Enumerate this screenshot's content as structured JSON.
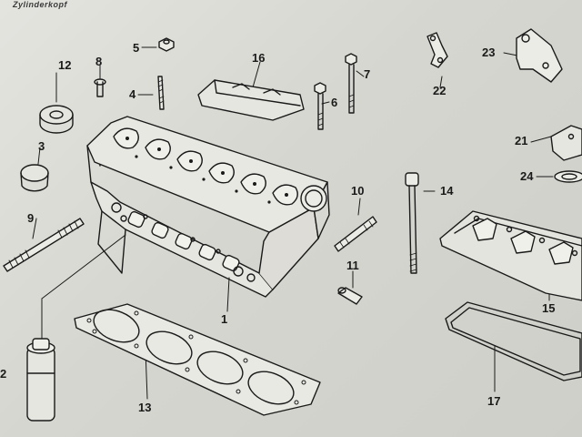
{
  "header": {
    "text": "Zylinderkopf"
  },
  "parts": [
    {
      "id": "part-1",
      "label": "1"
    },
    {
      "id": "part-2",
      "label": "2"
    },
    {
      "id": "part-3",
      "label": "3"
    },
    {
      "id": "part-4",
      "label": "4"
    },
    {
      "id": "part-5",
      "label": "5"
    },
    {
      "id": "part-6",
      "label": "6"
    },
    {
      "id": "part-7",
      "label": "7"
    },
    {
      "id": "part-8",
      "label": "8"
    },
    {
      "id": "part-9",
      "label": "9"
    },
    {
      "id": "part-10",
      "label": "10"
    },
    {
      "id": "part-11",
      "label": "11"
    },
    {
      "id": "part-12",
      "label": "12"
    },
    {
      "id": "part-13",
      "label": "13"
    },
    {
      "id": "part-14",
      "label": "14"
    },
    {
      "id": "part-15",
      "label": "15"
    },
    {
      "id": "part-16",
      "label": "16"
    },
    {
      "id": "part-17",
      "label": "17"
    },
    {
      "id": "part-21",
      "label": "21"
    },
    {
      "id": "part-22",
      "label": "22"
    },
    {
      "id": "part-23",
      "label": "23"
    },
    {
      "id": "part-24",
      "label": "24"
    }
  ],
  "colors": {
    "paper": "#dcdcd6",
    "ink": "#1a1a1a"
  }
}
